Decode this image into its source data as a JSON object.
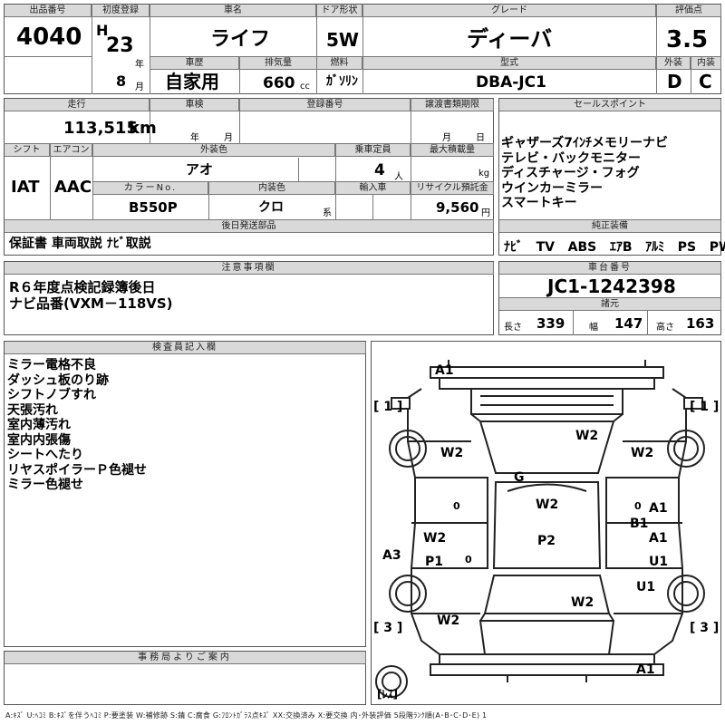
{
  "header": {
    "lot_label": "出品番号",
    "lot": "4040",
    "first_reg_label": "初度登録",
    "era": "H",
    "year": "23",
    "year_unit": "年",
    "month": "8",
    "month_unit": "月",
    "name_label": "車名",
    "name": "ライフ",
    "door_label": "ドア形状",
    "door": "5W",
    "grade_label": "グレード",
    "grade": "ディーバ",
    "score_label": "評価点",
    "score": "3.5",
    "history_label": "車歴",
    "history": "自家用",
    "displacement_label": "排気量",
    "displacement": "660",
    "displacement_unit": "cc",
    "fuel_label": "燃料",
    "fuel": "ｶﾞｿﾘﾝ",
    "model_label": "型式",
    "model": "DBA-JC1",
    "ext_label": "外装",
    "ext": "D",
    "int_label": "内装",
    "int": "C"
  },
  "row2": {
    "mileage_label": "走行",
    "mileage": "113,515",
    "mileage_unit": "km",
    "inspection_label": "車検",
    "insp_year": "年",
    "insp_month": "月",
    "regnum_label": "登録番号",
    "transfer_label": "譲渡書類期限",
    "trans_month": "月",
    "trans_day": "日",
    "shift_label": "シフト",
    "shift": "IAT",
    "ac_label": "エアコン",
    "ac": "AAC",
    "color_label": "外装色",
    "color": "アオ",
    "capacity_label": "乗車定員",
    "capacity": "4",
    "capacity_unit": "人",
    "load_label": "最大積載量",
    "load_unit": "kg",
    "color_no_label": "カラーNo.",
    "color_no": "B550P",
    "interior_color_label": "内装色",
    "interior_color": "クロ",
    "interior_suffix": "系",
    "import_label": "輸入車",
    "recycle_label": "リサイクル預託金",
    "recycle": "9,560",
    "recycle_unit": "円"
  },
  "later_parts": {
    "label": "後日発送部品",
    "text": "保証書 車両取説 ﾅﾋﾞ取説"
  },
  "sales": {
    "label": "セールスポイント",
    "lines": [
      "ギャザーズ7ｲﾝﾁメモリーナビ",
      "テレビ・バックモニター",
      "ディスチャージ・フォグ",
      "ウインカーミラー",
      "スマートキー"
    ]
  },
  "equipment": {
    "label": "純正装備",
    "items": [
      "ﾅﾋﾞ",
      "TV",
      "ABS",
      "ｴｱB",
      "ｱﾙﾐ",
      "PS",
      "PW"
    ]
  },
  "notes": {
    "label": "注意事項欄",
    "lines": [
      "R６年度点検記録簿後日",
      "ナビ品番(VXM－118VS)"
    ]
  },
  "chassis": {
    "label": "車台番号",
    "value": "JC1-1242398"
  },
  "dims": {
    "label": "諸元",
    "length_label": "長さ",
    "length": "339",
    "width_label": "幅",
    "width": "147",
    "height_label": "高さ",
    "height": "163"
  },
  "inspector": {
    "label": "検査員記入欄",
    "lines": [
      "ミラー電格不良",
      "ダッシュ板のり跡",
      "シフトノブすれ",
      "天張汚れ",
      "室内薄汚れ",
      "室内内張傷",
      "シートへたり",
      "リヤスポイラーＰ色褪せ",
      "ミラー色褪せ"
    ]
  },
  "office": {
    "label": "事務局よりご案内"
  },
  "diagram": {
    "marks": {
      "a1_top": "A1",
      "w2_hood": "W2",
      "w2_left": "W2",
      "w2_right": "W2",
      "g": "G",
      "w2_roof": "W2",
      "o1": "0",
      "o2": "0",
      "a1_r1": "A1",
      "b1": "B1",
      "a1_r2": "A1",
      "w2_lrear": "W2",
      "a3": "A3",
      "p1": "P1",
      "o3": "0",
      "p2": "P2",
      "u1_r": "U1",
      "u1_r2": "U1",
      "w2_trunk": "W2",
      "w2_lbot": "W2",
      "a1_bot": "A1"
    },
    "br_tl": "[ 1 ]",
    "br_tr": "[ 1 ]",
    "br_bl": "[ 3 ]",
    "br_br": "[ 3 ]",
    "les": "[ﾚｽ]"
  },
  "legend": "A:ｷｽﾞ U:ﾍｺﾐ B:ｷｽﾞを伴うﾍｺﾐ P:要塗装 W:補修跡 S:錆 C:腐食 G:ﾌﾛﾝﾄｶﾞﾗｽ点ｷｽﾞ XX:交換済み X:要交換 内･外装評価 5段階ﾗﾝｸ順(A･B･C･D･E) 1"
}
